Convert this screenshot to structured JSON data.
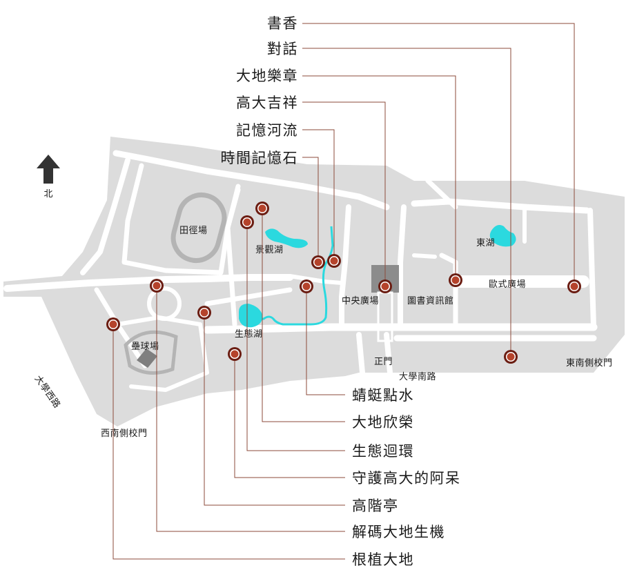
{
  "compass": {
    "label": "北"
  },
  "places": {
    "track_field": "田徑場",
    "scenic_lake": "景觀湖",
    "east_lake": "東湖",
    "central_plaza": "中央廣場",
    "library": "圖書資訊館",
    "euro_plaza": "歐式廣場",
    "eco_lake": "生態湖",
    "baseball_field": "壘球場",
    "main_gate": "正門",
    "university_south_road": "大學南路",
    "southeast_gate": "東南側校門",
    "southwest_gate": "西南側校門",
    "university_west_road": "大學西路"
  },
  "artworks": [
    {
      "id": "book-fragrance",
      "label": "書香"
    },
    {
      "id": "dialogue",
      "label": "對話"
    },
    {
      "id": "earth-music",
      "label": "大地樂章"
    },
    {
      "id": "nuk-mascot",
      "label": "高大吉祥"
    },
    {
      "id": "memory-river",
      "label": "記憶河流"
    },
    {
      "id": "time-memory-stone",
      "label": "時間記憶石"
    },
    {
      "id": "dragonfly",
      "label": "蜻蜓點水"
    },
    {
      "id": "earth-flourish",
      "label": "大地欣榮"
    },
    {
      "id": "eco-cycle",
      "label": "生態迴環"
    },
    {
      "id": "guardian",
      "label": "守護高大的阿呆"
    },
    {
      "id": "high-pavilion",
      "label": "高階亭"
    },
    {
      "id": "decode-earth",
      "label": "解碼大地生機"
    },
    {
      "id": "rooted-earth",
      "label": "根植大地"
    }
  ],
  "colors": {
    "campus": "#dcdcdc",
    "road": "#ffffff",
    "water": "#2bd9df",
    "building": "#8c8c8c",
    "leader": "#8b4a3a",
    "marker": "#b5432b",
    "marker_ring": "#6b1d12",
    "north_arrow": "#333333"
  }
}
